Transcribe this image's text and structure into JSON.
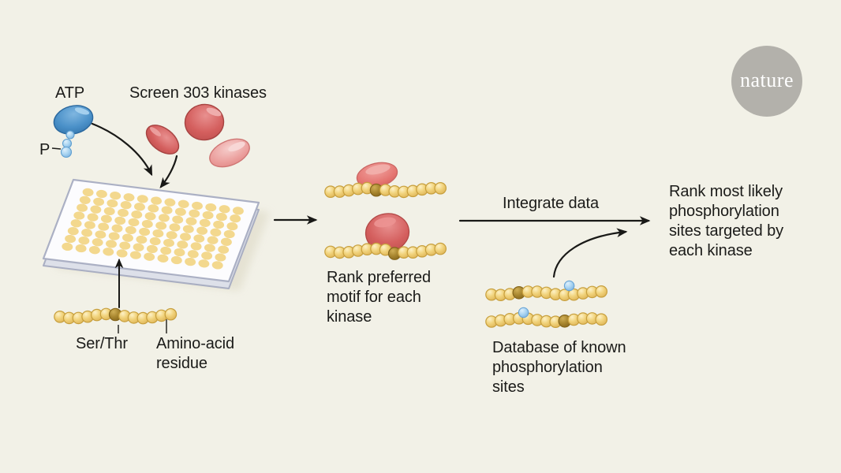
{
  "labels": {
    "atp": "ATP",
    "phosphate": "P",
    "screen_kinases": "Screen 303 kinases",
    "ser_thr": "Ser/Thr",
    "amino_acid": "Amino-acid residue",
    "rank_motif": "Rank preferred motif for each kinase",
    "integrate": "Integrate data",
    "database": "Database of known phosphorylation sites",
    "rank_sites": "Rank most likely phosphorylation sites targeted by each kinase",
    "logo": "nature"
  },
  "colors": {
    "background": "#f2f1e7",
    "text": "#1b1b19",
    "arrow": "#191917",
    "bead_fill": "#f1d37c",
    "bead_edge": "#c79f3d",
    "dark_bead_fill": "#a8862f",
    "dark_bead_edge": "#85661c",
    "blue_bead_fill": "#a9d4f1",
    "blue_bead_edge": "#68a4d6",
    "atp_blue": "#4a90c8",
    "kinase_red": "#d45f5e",
    "kinase_pink": "#eb9e9c",
    "plate_face": "#fcfcfe",
    "plate_edge": "#a9aec2",
    "well_fill": "#f3d88e",
    "shadow": "#e4e1d1",
    "logo_bg": "#b3b1ab",
    "logo_text": "#ffffff"
  },
  "plate": {
    "rows": 8,
    "cols": 12
  }
}
